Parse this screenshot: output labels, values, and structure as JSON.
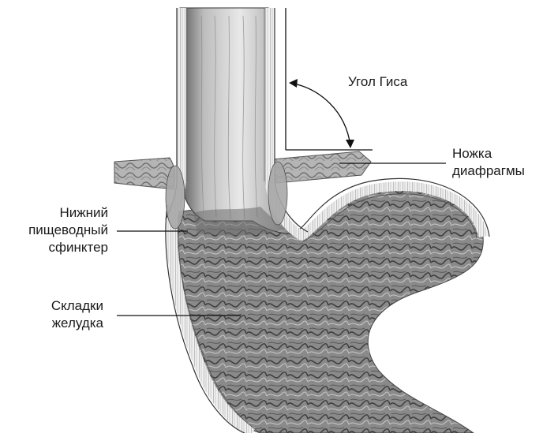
{
  "labels": {
    "his_angle": "Угол Гиса",
    "crus": [
      "Ножка",
      "диафрагмы"
    ],
    "les": [
      "Нижний",
      "пищеводный",
      "сфинктер"
    ],
    "folds": [
      "Складки",
      "желудка"
    ]
  },
  "colors": {
    "background": "#ffffff",
    "ink": "#1a1a1a",
    "tissue_light": "#d9d9d9",
    "tissue_mid": "#9a9a9a",
    "tissue_dark": "#4a4a4a"
  }
}
